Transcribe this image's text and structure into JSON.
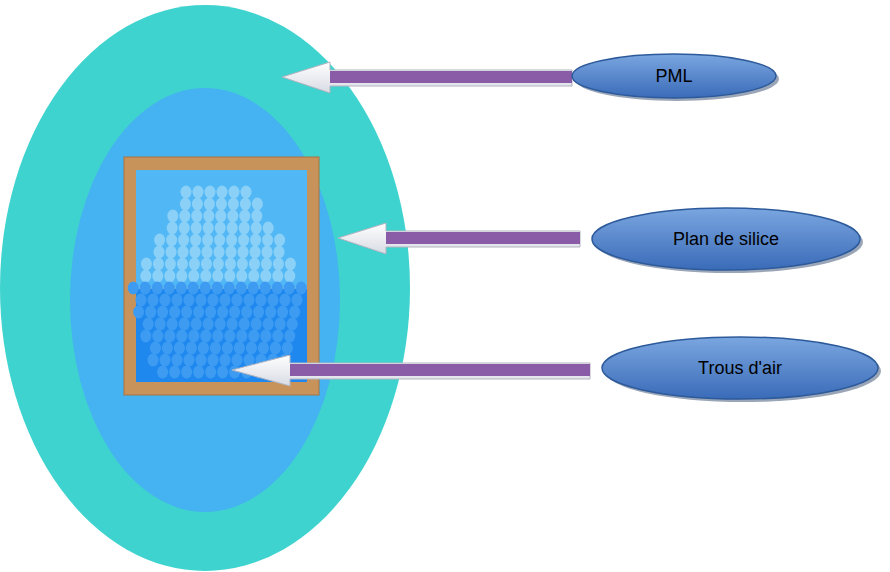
{
  "diagram": {
    "nodes": [
      {
        "text": [
          "PML"
        ]
      },
      {
        "text": [
          "Plan de silice"
        ]
      },
      {
        "text": [
          "Trous d'air"
        ]
      }
    ]
  }
}
